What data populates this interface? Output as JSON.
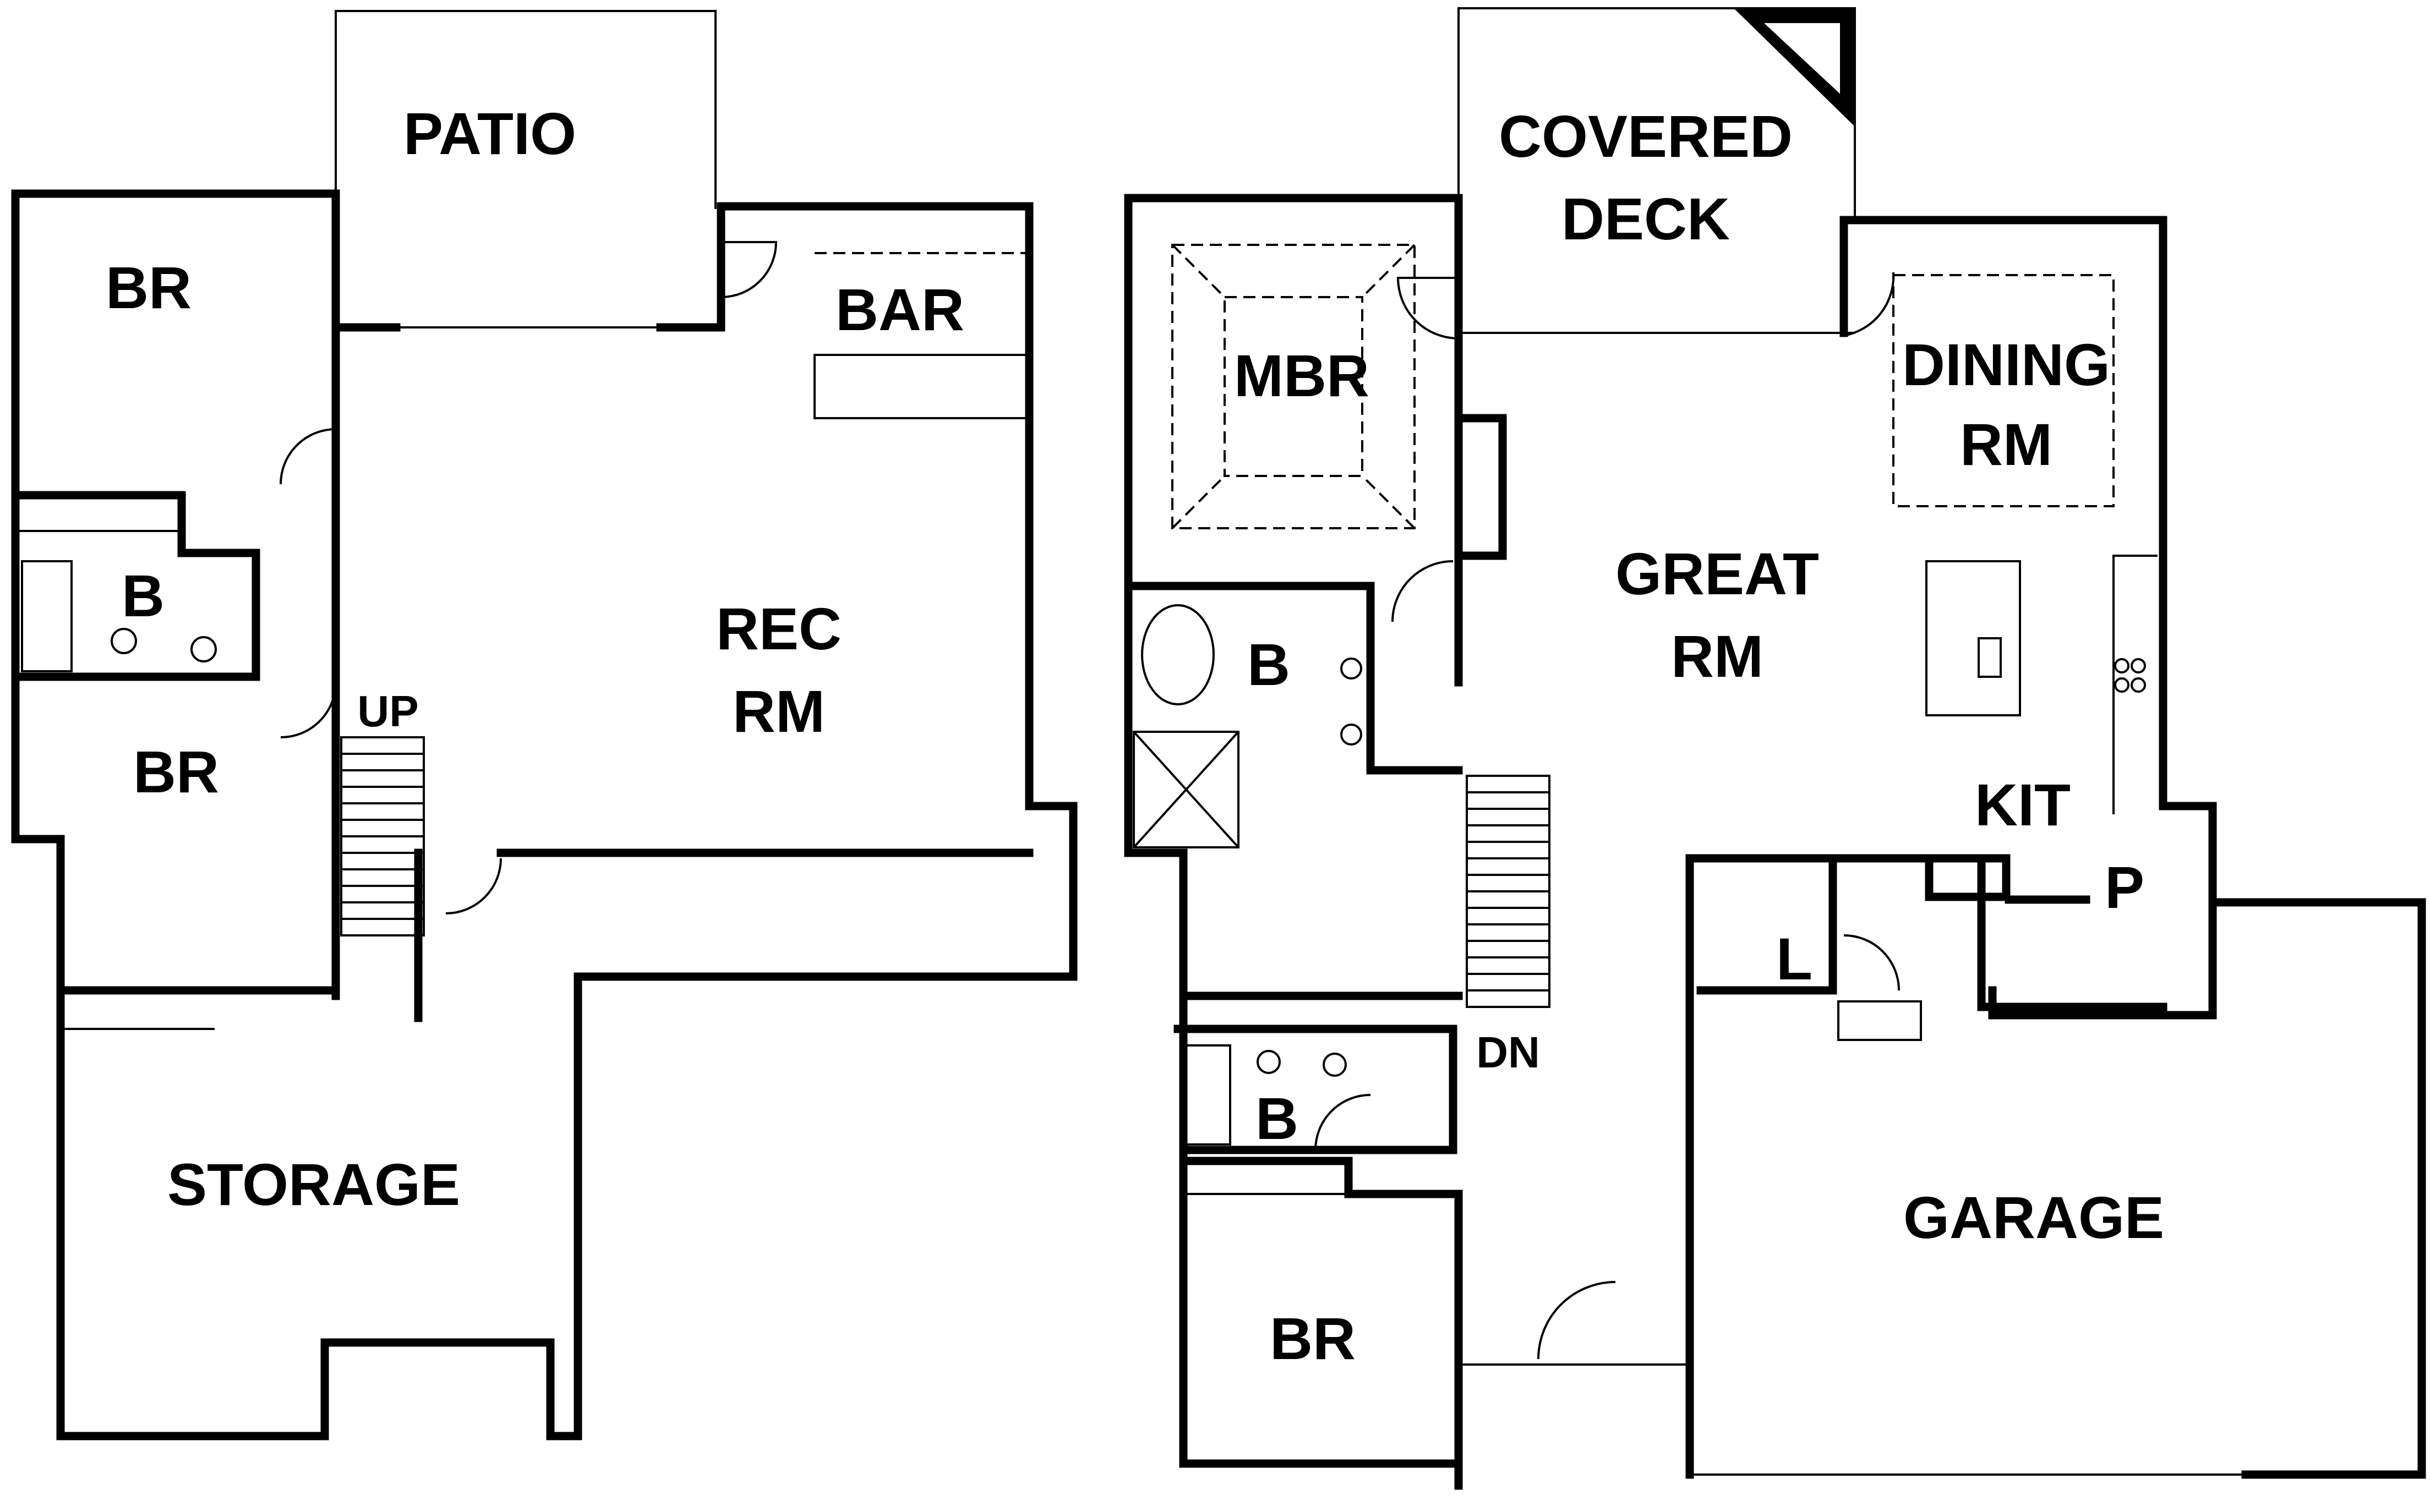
{
  "lower_level": {
    "rooms": {
      "patio": "PATIO",
      "br_top": "BR",
      "bar": "BAR",
      "bath": "B",
      "rec_line1": "REC",
      "rec_line2": "RM",
      "up": "UP",
      "br_mid": "BR",
      "storage": "STORAGE"
    }
  },
  "main_level": {
    "rooms": {
      "deck_line1": "COVERED",
      "deck_line2": "DECK",
      "mbr": "MBR",
      "dining_line1": "DINING",
      "dining_line2": "RM",
      "great_line1": "GREAT",
      "great_line2": "RM",
      "master_bath": "B",
      "kit": "KIT",
      "pantry": "P",
      "laundry": "L",
      "dn": "DN",
      "bath2": "B",
      "br": "BR",
      "garage": "GARAGE"
    }
  }
}
